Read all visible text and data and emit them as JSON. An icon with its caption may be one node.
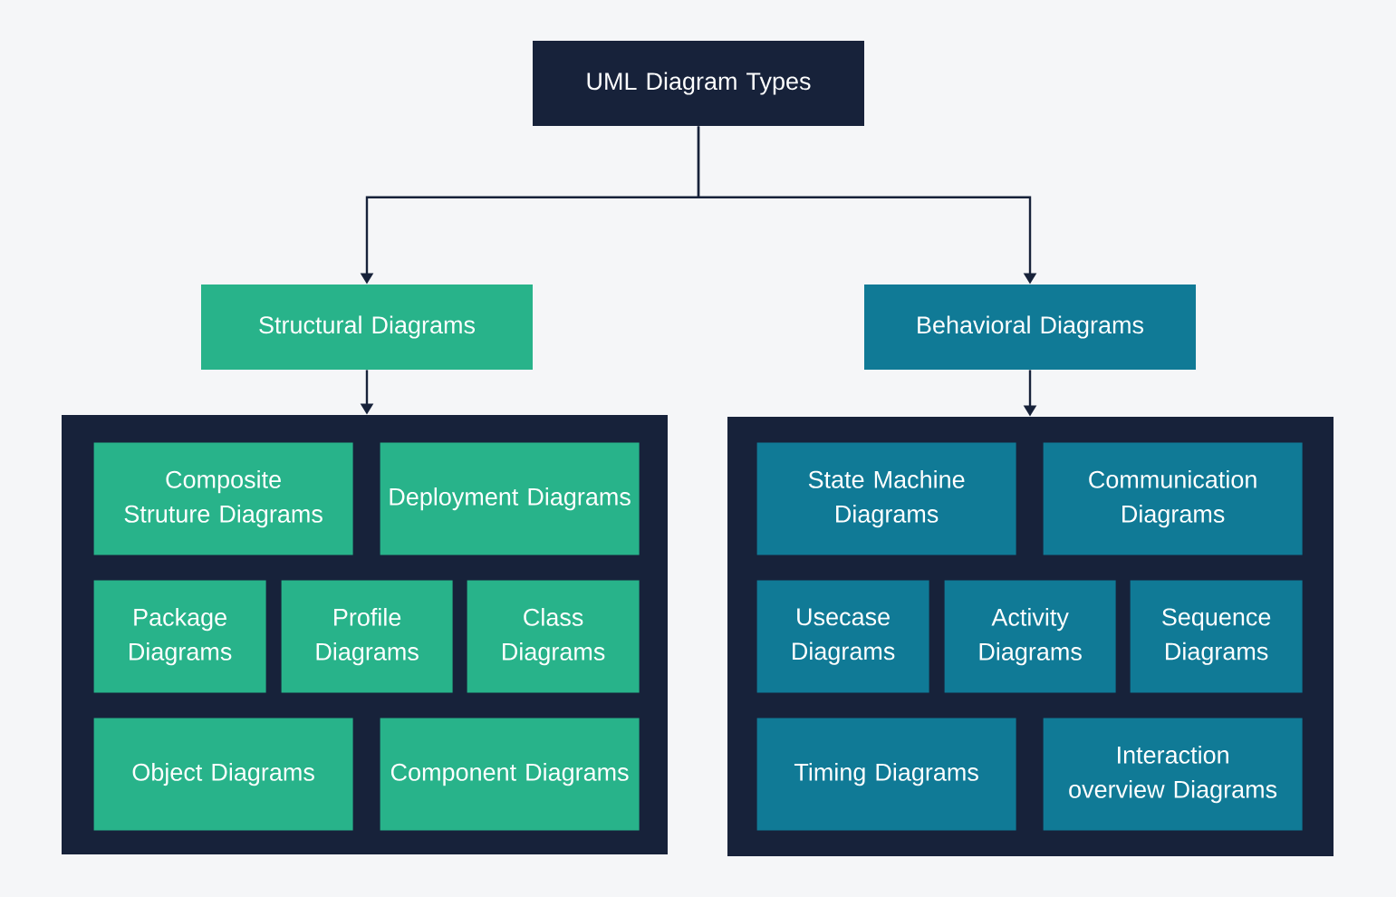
{
  "diagram": {
    "nodes": [
      {
        "text": [
          "UML Diagram Types"
        ]
      },
      {
        "text": [
          "Structural Diagrams"
        ]
      },
      {
        "text": [
          "Behavioral Diagrams"
        ]
      },
      {
        "text": [],
        "shape": "box"
      },
      {
        "text": [
          "Composite Struture Diagrams"
        ],
        "in": 3
      },
      {
        "text": [
          "Deployment Diagrams"
        ],
        "in": 3
      },
      {
        "text": [
          "Package Diagrams"
        ],
        "in": 3
      },
      {
        "text": [
          "Profile Diagrams"
        ],
        "in": 3
      },
      {
        "text": [
          "Class Diagrams"
        ],
        "in": 3
      },
      {
        "text": [
          "Object Diagrams"
        ],
        "in": 3
      },
      {
        "text": [
          "Component Diagrams"
        ],
        "in": 3
      },
      {
        "text": [],
        "shape": "box"
      },
      {
        "text": [
          "State Machine Diagrams"
        ],
        "in": 11
      },
      {
        "text": [
          "Communication Diagrams"
        ],
        "in": 11
      },
      {
        "text": [
          "Usecase Diagrams"
        ],
        "in": 11
      },
      {
        "text": [
          "Activity Diagrams"
        ],
        "in": 11
      },
      {
        "text": [
          "Sequence Diagrams"
        ],
        "in": 11
      },
      {
        "text": [
          "Timing Diagrams"
        ],
        "in": 11
      },
      {
        "text": [
          "Interaction overview Diagrams"
        ],
        "in": 11
      }
    ],
    "edges": [
      {
        "from": 0,
        "to": 1,
        "arrow": "to"
      },
      {
        "from": 0,
        "to": 2,
        "arrow": "to"
      },
      {
        "from": 1,
        "to": 3,
        "arrow": "to"
      },
      {
        "from": 2,
        "to": 11,
        "arrow": "to"
      }
    ]
  }
}
